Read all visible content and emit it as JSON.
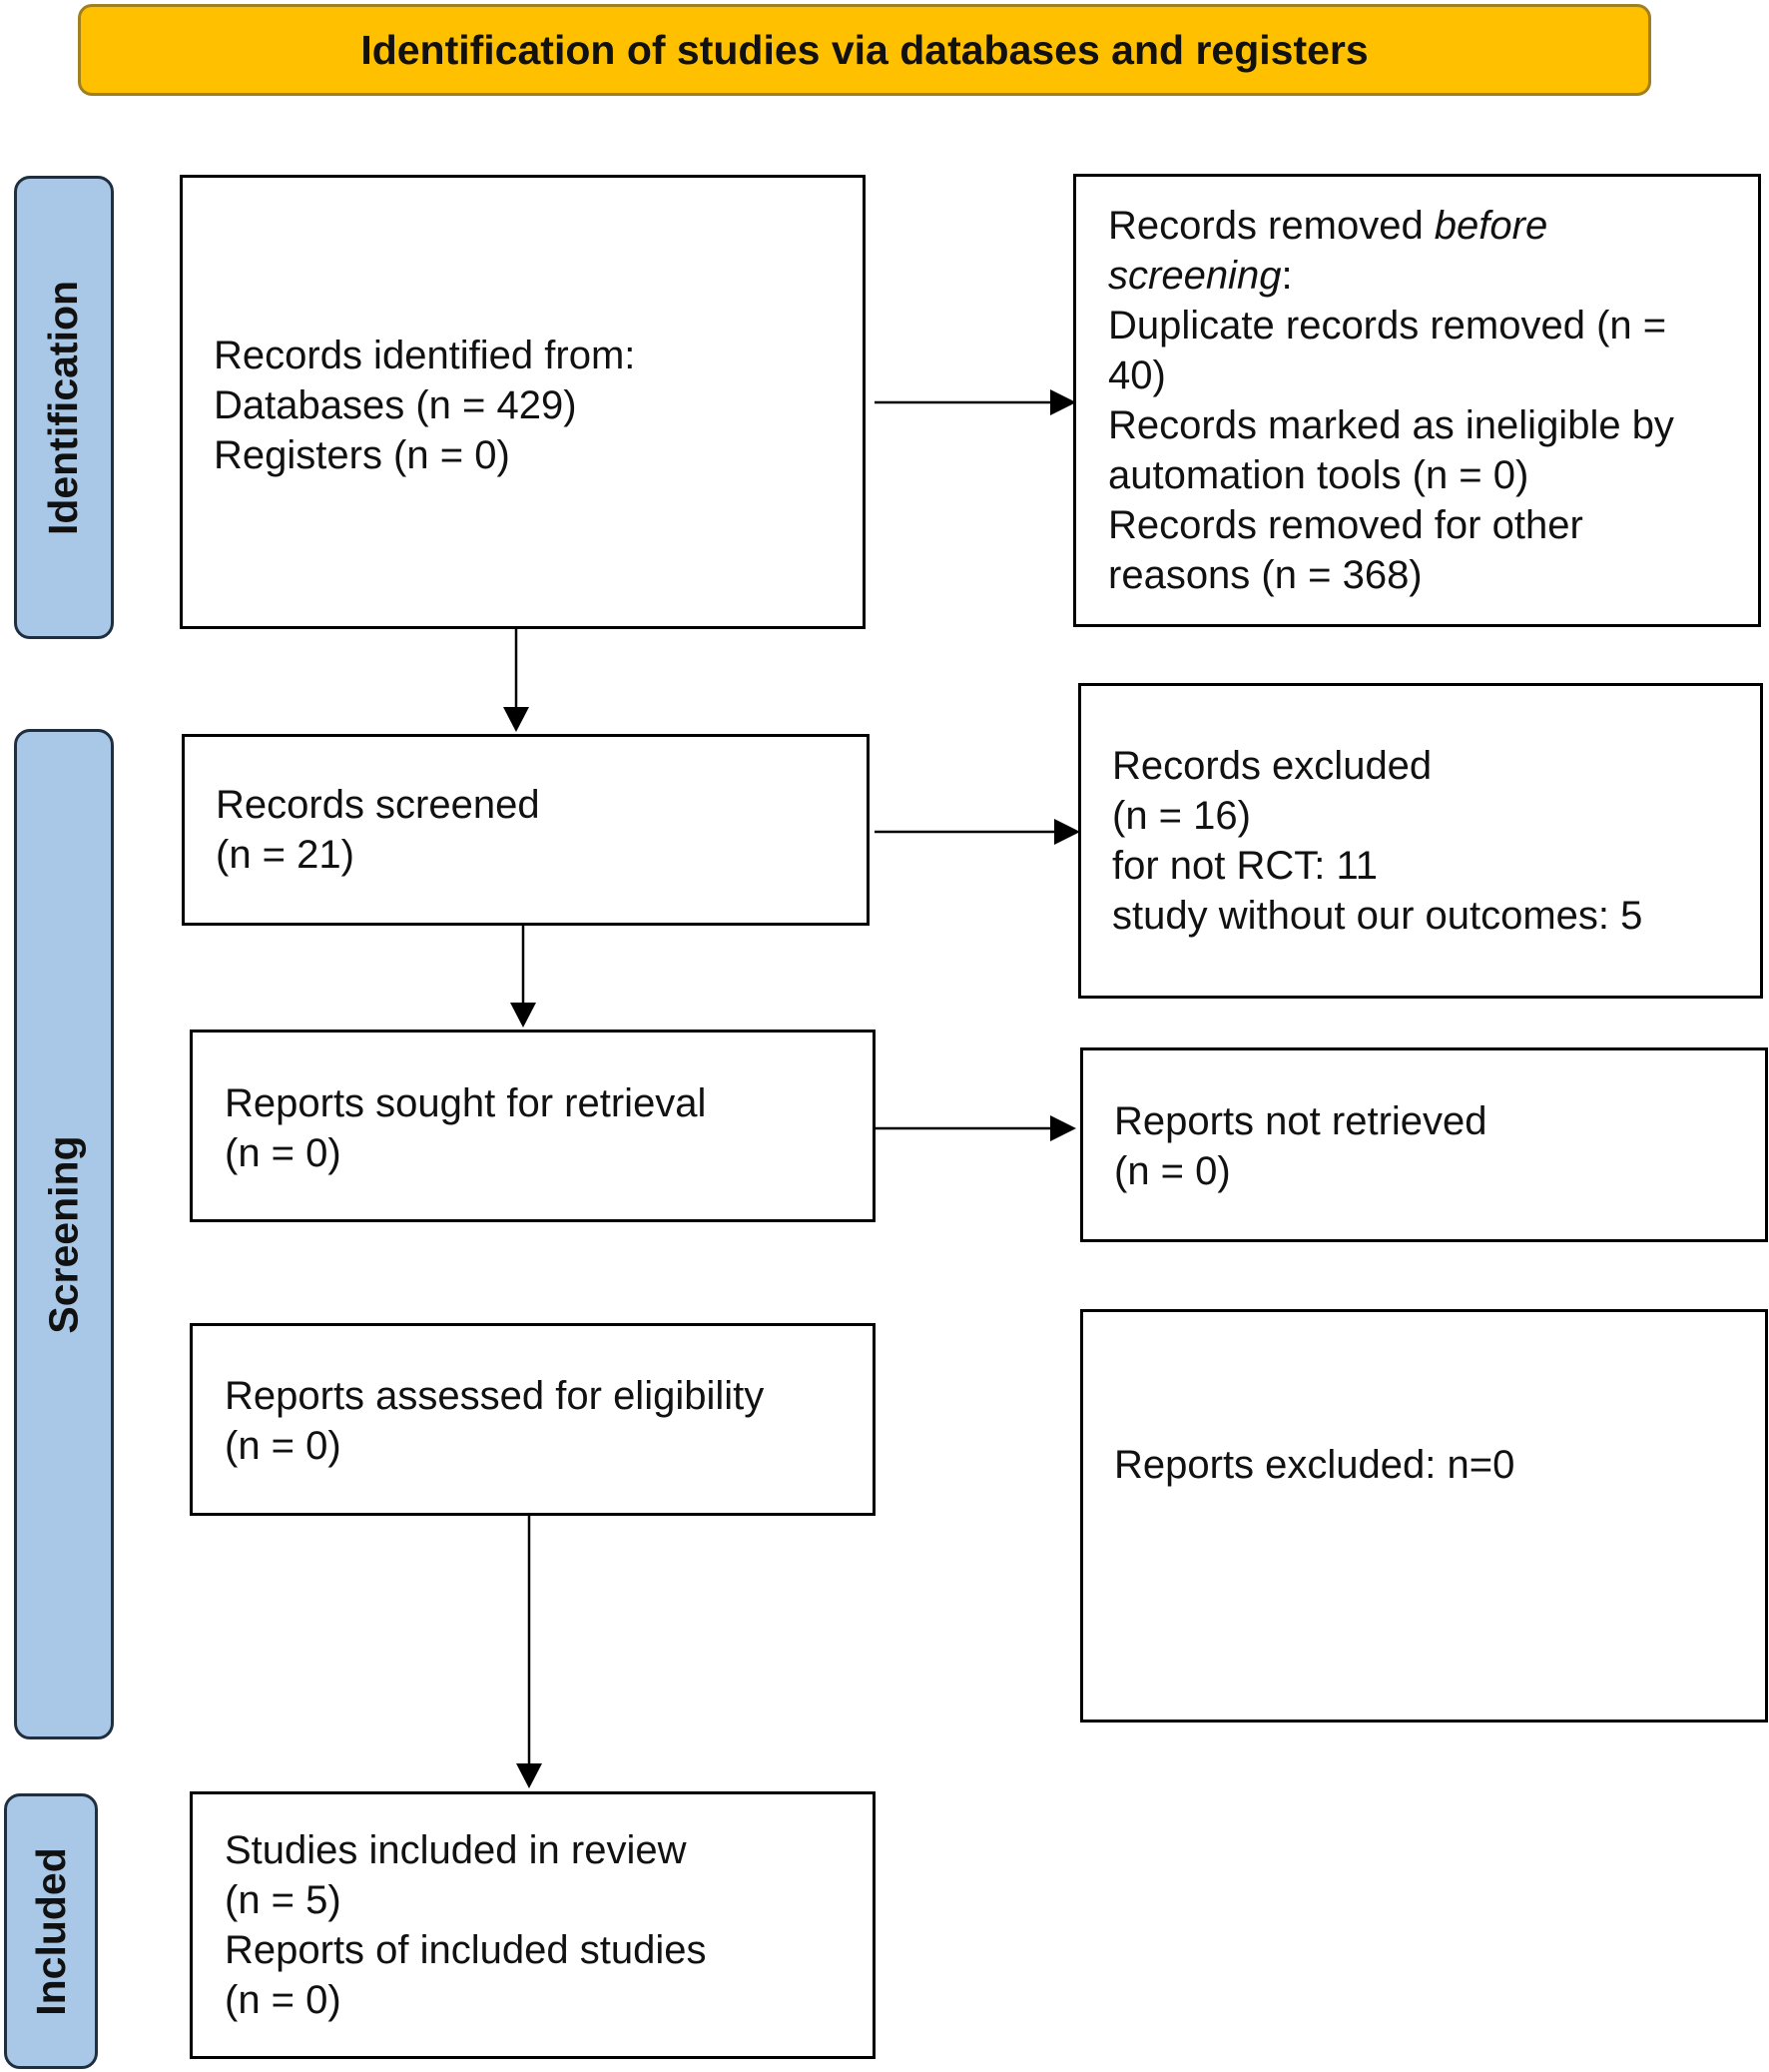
{
  "colors": {
    "header_fill": "#FFC000",
    "stage_fill": "#A9C8E7",
    "box_border": "#000000"
  },
  "header": {
    "label": "Identification of studies via databases and registers"
  },
  "stages": {
    "identification": "Identification",
    "screening": "Screening",
    "included": "Included"
  },
  "boxes": {
    "records_identified": [
      "Records identified from:",
      "Databases (n = 429)",
      "Registers (n = 0)"
    ],
    "records_removed": {
      "line1_prefix": "Records removed ",
      "line1_italic": "before",
      "line2_italic": "screening",
      "line2_suffix": ":",
      "rest": [
        "Duplicate records removed  (n =",
        "40)",
        "Records marked as ineligible by",
        "automation tools (n = 0)",
        "Records removed for other",
        "reasons (n = 368)"
      ]
    },
    "records_screened": [
      "Records screened",
      "(n = 21)"
    ],
    "records_excluded": [
      "Records excluded",
      "(n = 16)",
      "for not RCT: 11",
      "study without  our outcomes: 5"
    ],
    "reports_sought": [
      "Reports sought for retrieval",
      "(n = 0)"
    ],
    "reports_not_retrieved": [
      "Reports not retrieved",
      "(n = 0)"
    ],
    "reports_assessed": [
      "Reports assessed for eligibility",
      "(n = 0)"
    ],
    "reports_excluded": [
      "Reports excluded: n=0"
    ],
    "studies_included": [
      "Studies included in review",
      "(n = 5)",
      "Reports of included studies",
      "(n = 0)"
    ]
  }
}
